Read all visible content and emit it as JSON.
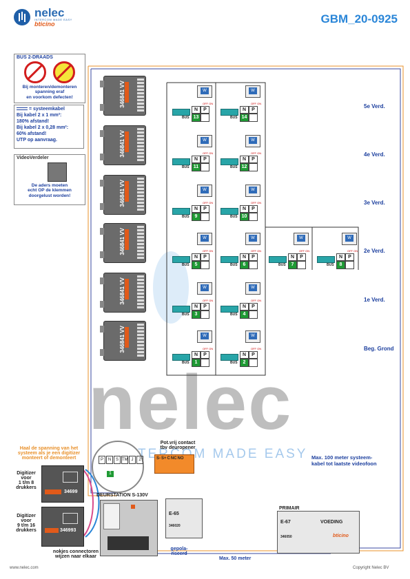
{
  "header": {
    "logo_brand": "nelec",
    "logo_tagline": "INTERCOM MADE EASY",
    "logo_partner": "bticino",
    "doc_id": "GBM_20-0925"
  },
  "warning_box": {
    "title": "BUS 2-DRAADS",
    "text_lines": [
      "Bij monteren/demonteren",
      "spanning eraf",
      "en voorkom defecten!"
    ]
  },
  "cable_box": {
    "legend": "= systeemkabel",
    "lines": [
      "Bij kabel 2 x 1 mm²:",
      "180% afstand!",
      "Bij kabel 2 x 0,28 mm²:",
      "60% afstand!",
      "UTP op aanvraag."
    ]
  },
  "videoverdeler_box": {
    "title": "VideoVerdeler",
    "lines": [
      "De aders moeten",
      "echt OP de klemmen",
      "doorgelust worden!"
    ]
  },
  "floors": [
    {
      "label": "5e Verd.",
      "numbers": [
        "13",
        "14"
      ]
    },
    {
      "label": "4e Verd.",
      "numbers": [
        "11",
        "12"
      ]
    },
    {
      "label": "3e Verd.",
      "numbers": [
        "9",
        "10"
      ]
    },
    {
      "label": "2e Verd.",
      "numbers": [
        "5",
        "6",
        "7",
        "8"
      ]
    },
    {
      "label": "1e Verd.",
      "numbers": [
        "3",
        "4"
      ]
    },
    {
      "label": "Beg. Grond",
      "numbers": [
        "1",
        "2"
      ]
    }
  ],
  "device_labels": {
    "distributor_code": "346841",
    "distributor_suffix": "VV",
    "unit_n": "N",
    "unit_p": "P",
    "bus": "BUS",
    "screen_letter": "W",
    "ofe_on": "OFF ON"
  },
  "bottom": {
    "watermark": "nelec",
    "watermark_tagline": "INTERCOM MADE EASY",
    "power_note_lines": [
      "Haal de spanning van het",
      "systeem als je een digitizer",
      "monteert of demonteert"
    ],
    "digitizer_1": [
      "Digitizer",
      "voor",
      "1 t/m 8",
      "drukkers"
    ],
    "digitizer_2": [
      "Digitizer",
      "voor",
      "9 t/m 16",
      "drukkers"
    ],
    "digitizer_code_1": "34699",
    "digitizer_code_2": "346993",
    "connector_note": [
      "nokjes connectoren",
      "wijzen naar elkaar"
    ],
    "doorstation": "DEURSTATION S-130V",
    "contact_note": [
      "Pot.vrij contact",
      "tbv deuropener"
    ],
    "contact_terms": [
      "S-",
      "S+",
      "C",
      "NC",
      "NO"
    ],
    "pin_labels": [
      "P",
      "N",
      "S",
      "TM",
      "J",
      "2"
    ],
    "e65": "E-65",
    "e65_code": "346020",
    "gepolariseerd": [
      "gepola-",
      "riseerd"
    ],
    "primair": "PRIMAIR",
    "e67": "E-67",
    "voeding": "VOEDING",
    "e67_code": "346050",
    "max_100": [
      "Max. 100 meter systeem-",
      "kabel tot laatste videofoon"
    ],
    "max_50": "Max. 50 meter",
    "website": "www.nelec.com",
    "copyright": "Copyright Nelec BV"
  }
}
